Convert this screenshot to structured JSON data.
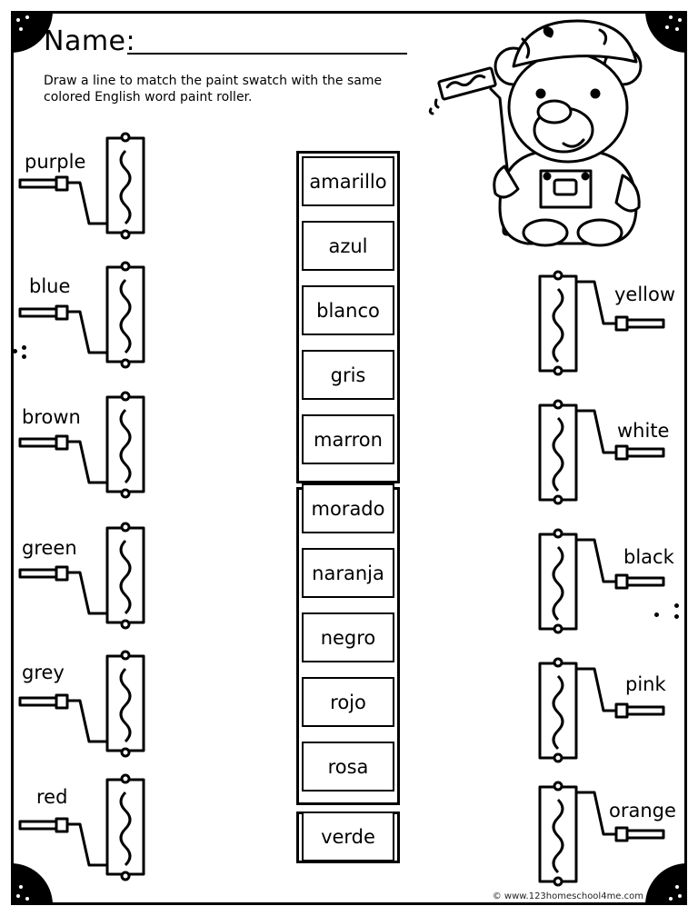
{
  "header": {
    "name_label": "Name:",
    "instructions": "Draw a line to match the paint swatch with the same colored English word paint roller."
  },
  "left_rollers": [
    {
      "word": "purple"
    },
    {
      "word": "blue"
    },
    {
      "word": "brown"
    },
    {
      "word": "green"
    },
    {
      "word": "grey"
    },
    {
      "word": "red"
    }
  ],
  "right_rollers": [
    {
      "word": "yellow"
    },
    {
      "word": "white"
    },
    {
      "word": "black"
    },
    {
      "word": "pink"
    },
    {
      "word": "orange"
    }
  ],
  "spanish_words": [
    "amarillo",
    "azul",
    "blanco",
    "gris",
    "marron",
    "morado",
    "naranja",
    "negro",
    "rojo",
    "rosa",
    "verde"
  ],
  "footer": {
    "credit": "© www.123homeschool4me.com"
  },
  "icons": {
    "roller": "paint-roller-icon",
    "mascot": "bear-painter-icon"
  }
}
